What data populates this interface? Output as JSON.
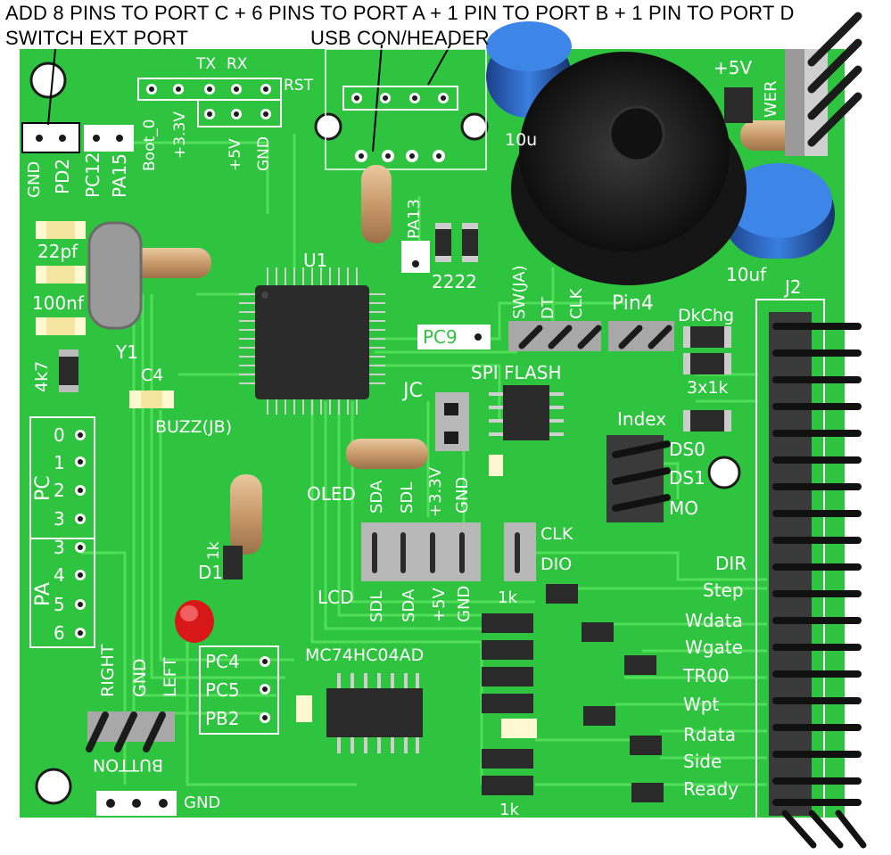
{
  "header": {
    "line1": "ADD 8 PINS TO PORT C + 6 PINS TO PORT A + 1 PIN TO PORT B + 1 PIN TO PORT D",
    "line2": "SWITCH EXT PORT",
    "usb_note": "USB CON/HEADER"
  },
  "labels": {
    "tx": "TX",
    "rx": "RX",
    "rst": "RST",
    "boot0": "Boot_0",
    "v33": "+3.3V",
    "v5": "+5V",
    "gnd": "GND",
    "plus5v": "+5V",
    "power": "WER",
    "pd2": "PD2",
    "pc12": "PC12",
    "pa15": "PA15",
    "gnd_left": "GND",
    "c22pf": "22pf",
    "c100nf": "100nf",
    "r4k7": "4k7",
    "c4": "C4",
    "y1": "Y1",
    "u1": "U1",
    "pa13": "PA13",
    "r2222": "2222",
    "c10u_a": "10u",
    "c10uf": "10uf",
    "j2": "J2",
    "pc9": "PC9",
    "sw_ja": "SW(JA)",
    "dt": "DT",
    "clk_enc": "CLK",
    "pin4": "Pin4",
    "dkchg": "DkChg",
    "r3x1k": "3x1k",
    "spi_flash": "SPI FLASH",
    "jc": "JC",
    "index": "Index",
    "ds0": "DS0",
    "ds1": "DS1",
    "mo": "MO",
    "buzz": "BUZZ(JB)",
    "oled": "OLED",
    "sda": "SDA",
    "sdl": "SDL",
    "plus33": "+3.3V",
    "gnd_oled": "GND",
    "clk": "CLK",
    "dio": "DIO",
    "d1": "D1",
    "r1k": "1k",
    "lcd": "LCD",
    "sdl2": "SDL",
    "sda2": "SDA",
    "plus5v_lcd": "+5V",
    "gnd_lcd": "GND",
    "r1k_top": "1k",
    "r1k_bot": "1k",
    "pc": "PC",
    "pa": "PA",
    "pc_pins": [
      "0",
      "1",
      "2",
      "3"
    ],
    "pa_pins": [
      "3",
      "4",
      "5",
      "6"
    ],
    "right": "RIGHT",
    "gnd_btn": "GND",
    "left": "LEFT",
    "pc4": "PC4",
    "pc5": "PC5",
    "pb2": "PB2",
    "ic2": "MC74HC04AD",
    "button": "BUTTON",
    "gnd_bottom": "GND",
    "dir": "DIR",
    "step": "Step",
    "wdata": "Wdata",
    "wgate": "Wgate",
    "tr00": "TR00",
    "wpt": "Wpt",
    "rdata": "Rdata",
    "side": "Side",
    "ready": "Ready"
  },
  "colors": {
    "board": "#2ec43f",
    "trace": "#52e05a",
    "silk": "#ffffff",
    "ic": "#2a2a2a",
    "capacitor": "#2f6fd6",
    "buzzer": "#1b1b1b",
    "ferrite": "#d2a87a",
    "led": "#d81818"
  }
}
